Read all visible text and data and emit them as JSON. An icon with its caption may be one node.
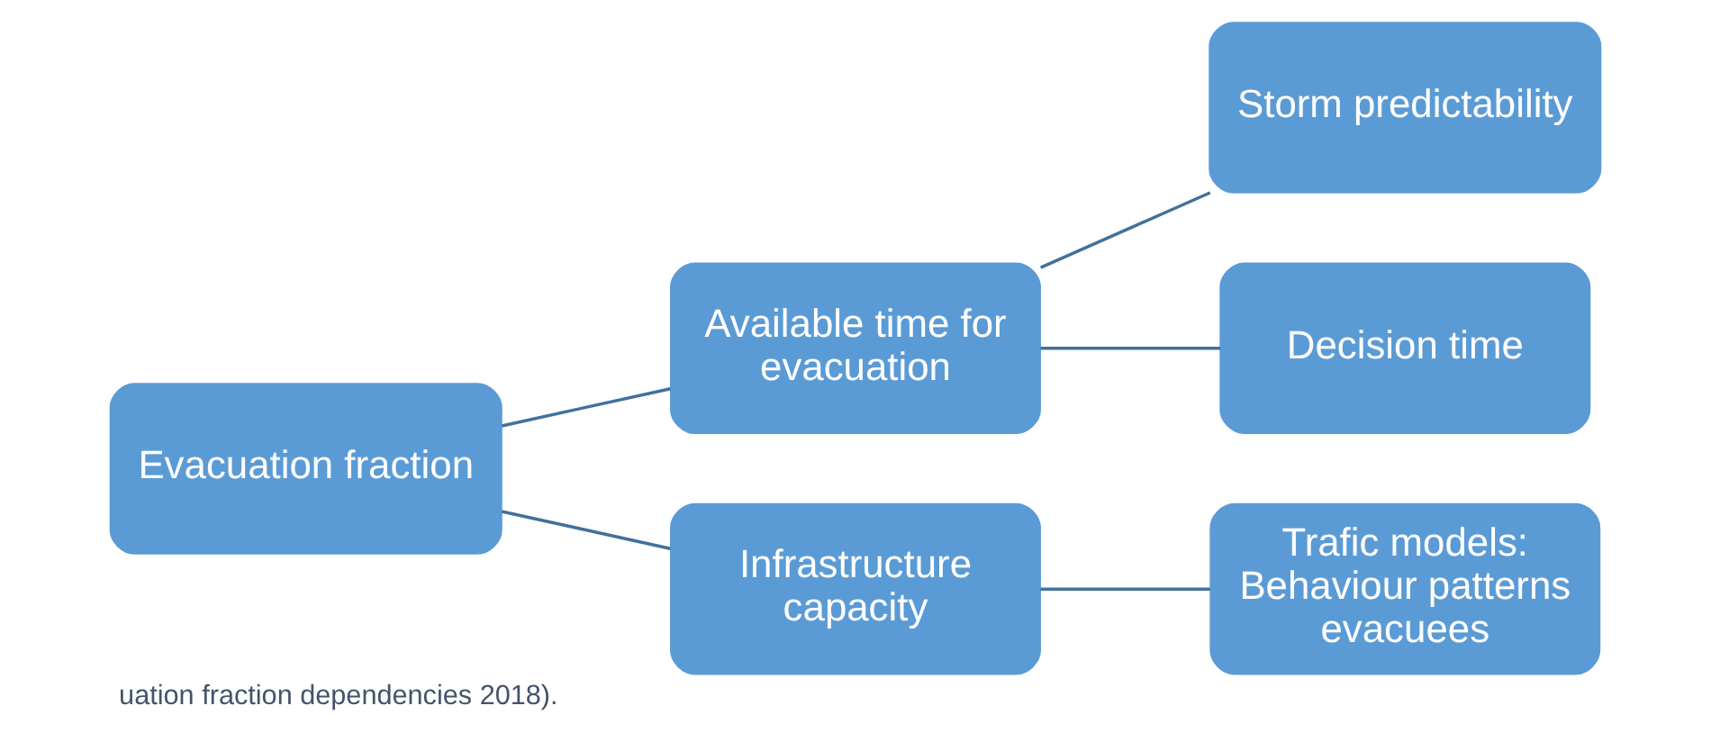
{
  "diagram": {
    "caption": "uation fraction dependencies 2018).",
    "nodes": [
      {
        "text": [
          "Evacuation fraction"
        ]
      },
      {
        "text": [
          "Available time for evacuation"
        ]
      },
      {
        "text": [
          "Storm predictability"
        ]
      },
      {
        "text": [
          "Decision time"
        ]
      },
      {
        "text": [
          "Infrastructure capacity"
        ]
      },
      {
        "text": [
          "Trafic models: Behaviour patterns evacuees"
        ]
      }
    ],
    "edges": [
      {
        "from": 0,
        "to": 1,
        "arrow": "none"
      },
      {
        "from": 0,
        "to": 4,
        "arrow": "none"
      },
      {
        "from": 1,
        "to": 2,
        "arrow": "none"
      },
      {
        "from": 1,
        "to": 3,
        "arrow": "none"
      },
      {
        "from": 4,
        "to": 5,
        "arrow": "none"
      }
    ]
  }
}
